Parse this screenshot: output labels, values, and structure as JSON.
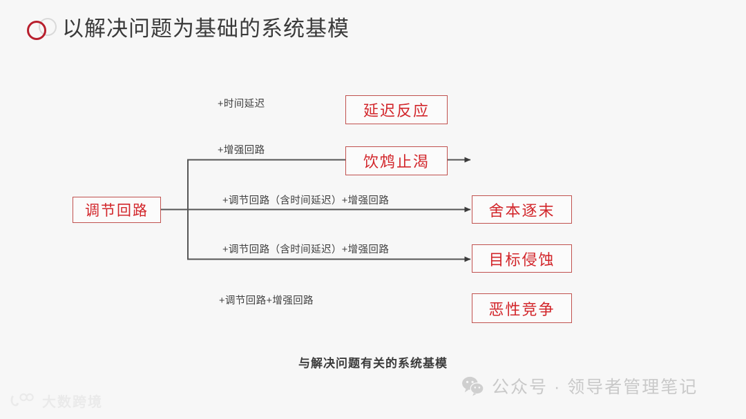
{
  "slide": {
    "background_color": "#f7f7f7",
    "title": "以解决问题为基础的系统基模",
    "caption": "与解决问题有关的系统基模"
  },
  "theme": {
    "accent_red": "#d2252a",
    "box_border": "#c0504d",
    "ring_red": "#b81f2d",
    "ring_gray": "#d9d9d9",
    "line_color": "#555555",
    "title_color": "#3a3a3a",
    "label_color": "#3f3f3f",
    "footer_gray": "#c9c9c9",
    "watermark_gray": "#e3e3e3"
  },
  "diagram": {
    "type": "tree",
    "source_node": {
      "label": "调节回路"
    },
    "branches": [
      {
        "edge_label": "+时间延迟",
        "node": "延迟反应",
        "has_arrow": false
      },
      {
        "edge_label": "+增强回路",
        "node": "饮鸩止渴",
        "has_arrow": true
      },
      {
        "edge_label": "+调节回路（含时间延迟）+增强回路",
        "node": "舍本逐末",
        "has_arrow": true
      },
      {
        "edge_label": "+调节回路（含时间延迟）+增强回路",
        "node": "目标侵蚀",
        "has_arrow": true
      },
      {
        "edge_label": "+调节回路+增强回路",
        "node": "恶性竞争",
        "has_arrow": false
      }
    ]
  },
  "footer": {
    "wechat_label": "公众号 · 领导者管理笔记",
    "wechat_icon": "wechat-icon"
  },
  "watermark": {
    "text": "大数跨境",
    "icon": "dashuakuajing-logo-icon"
  }
}
